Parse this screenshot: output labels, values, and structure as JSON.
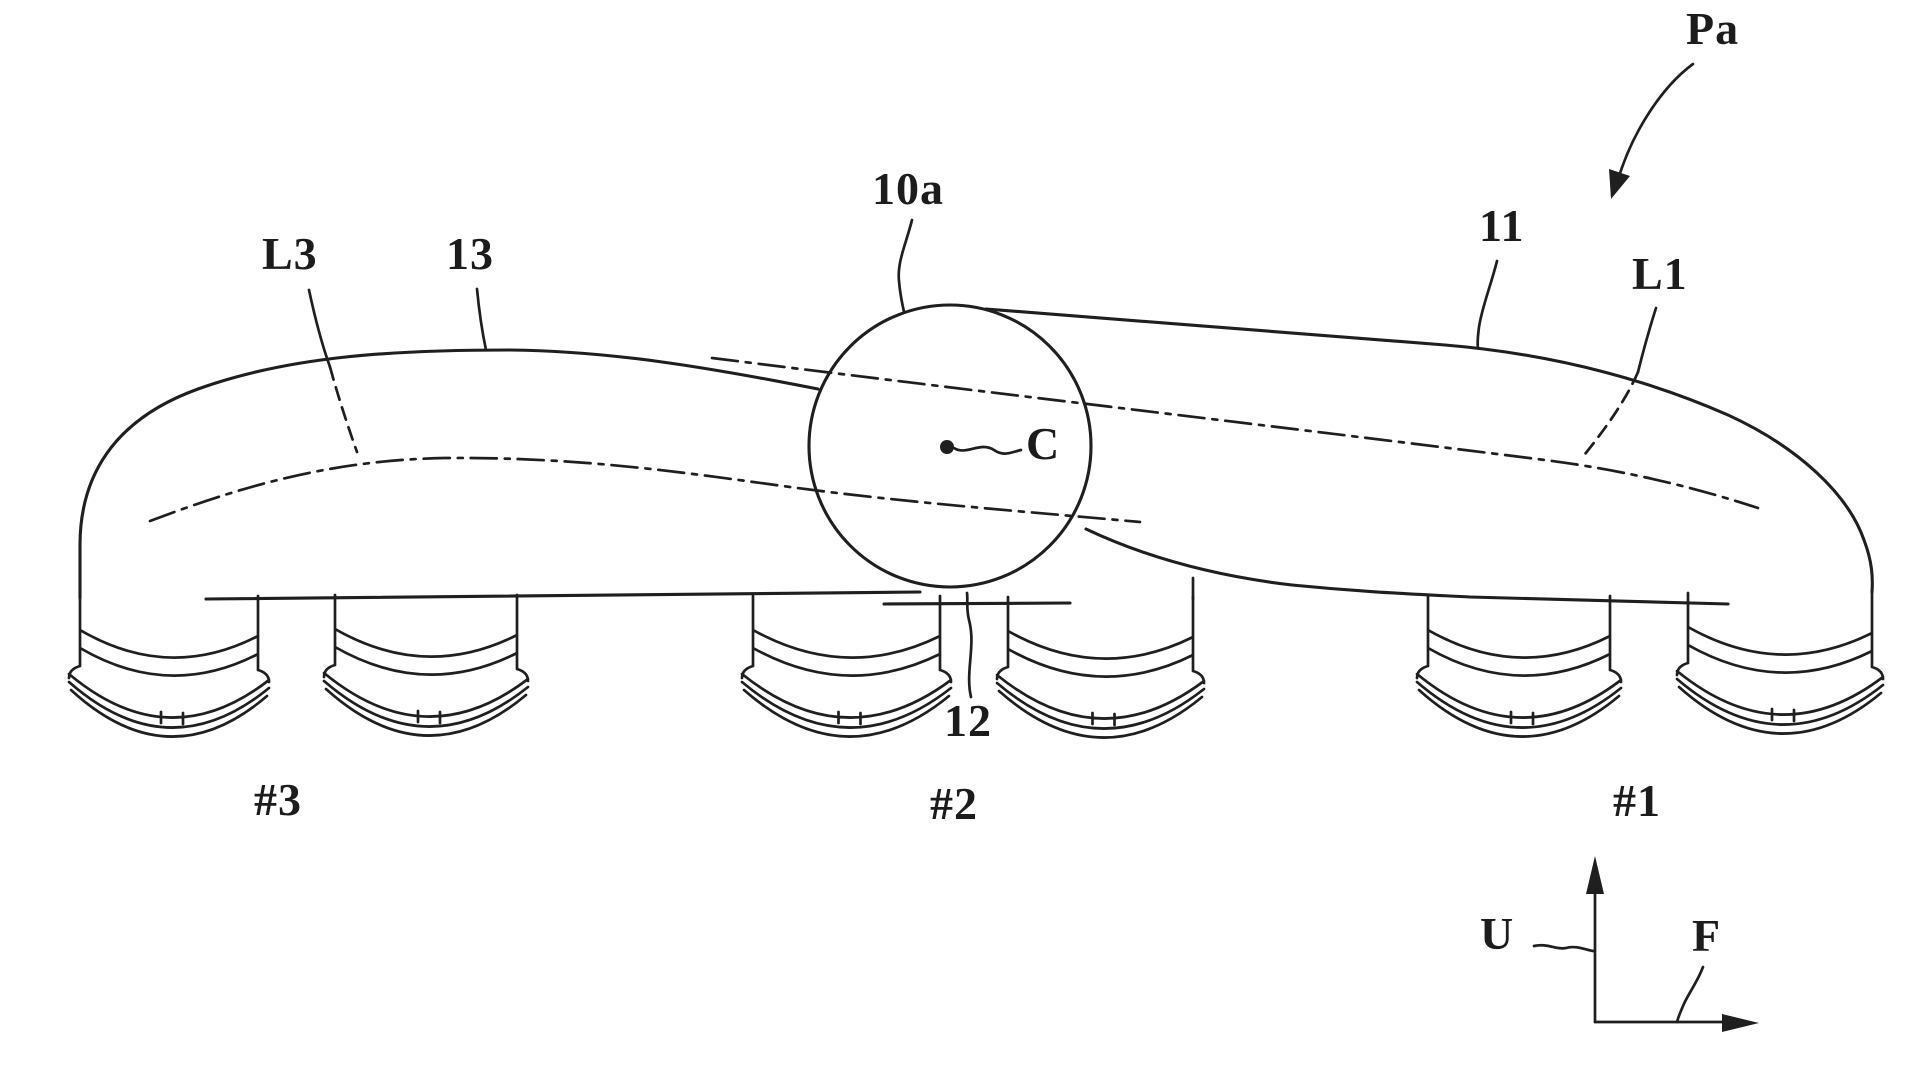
{
  "figure": {
    "callouts": {
      "pa": "Pa",
      "n10a": "10a",
      "n11": "11",
      "n12": "12",
      "n13": "13",
      "l1": "L1",
      "l3": "L3",
      "c": "C"
    },
    "cylinders": {
      "c3": "#3",
      "c2": "#2",
      "c1": "#1"
    },
    "axes": {
      "u": "U",
      "f": "F"
    },
    "ink_color": "#1f1f1f",
    "background_color": "#ffffff"
  }
}
